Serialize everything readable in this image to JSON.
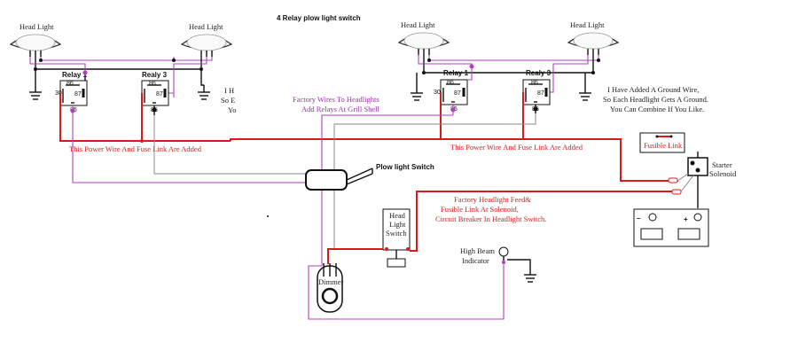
{
  "title": "4 Relay plow light switch",
  "headlights": {
    "left_outer": "Head Light",
    "left_inner": "Head Light",
    "right_outer": "Head Light",
    "right_inner": "Head Light"
  },
  "relays": {
    "left_1": "Relay 1",
    "left_3": "Realy 3",
    "right_1": "Relay 1",
    "right_3": "Realy 3"
  },
  "pins": {
    "p86": "86",
    "p87": "87",
    "p85": "85",
    "p30": "30"
  },
  "notes": {
    "truncated_line1": "I H",
    "truncated_line2": "So E",
    "truncated_line3": "Yo",
    "ground_line1": "I Have Added A Ground Wire,",
    "ground_line2": "So Each Headlight Gets A Ground.",
    "ground_line3": "You Can Combine If You Like.",
    "factory_line1": "Factory Wires To Headlights",
    "factory_line2": "Add Relays At Grill Shell",
    "power_left": "This Power Wire And Fuse Link Are Added",
    "power_right": "This Power Wire And Fuse Link Are Added",
    "feed_line1": "Factory Headlight Feed&",
    "feed_line2": "Fusible Link At Solenoid,",
    "feed_line3": "Circuit Breaker In Headlight Switch."
  },
  "components": {
    "plow_switch": "Plow light Switch",
    "fusible_link": "Fusible Link",
    "starter_line1": "Starter",
    "starter_line2": "Solenoid",
    "head_switch_line1": "Head",
    "head_switch_line2": "Light",
    "head_switch_line3": "Switch",
    "dimmer": "Dimmer",
    "high_beam_line1": "High Beam",
    "high_beam_line2": "Indicator",
    "batt_minus": "–",
    "batt_plus": "+"
  },
  "colors": {
    "power_wire": "#d71a1a",
    "factory_wire": "#b23fc0",
    "ground_wire": "#111111"
  }
}
